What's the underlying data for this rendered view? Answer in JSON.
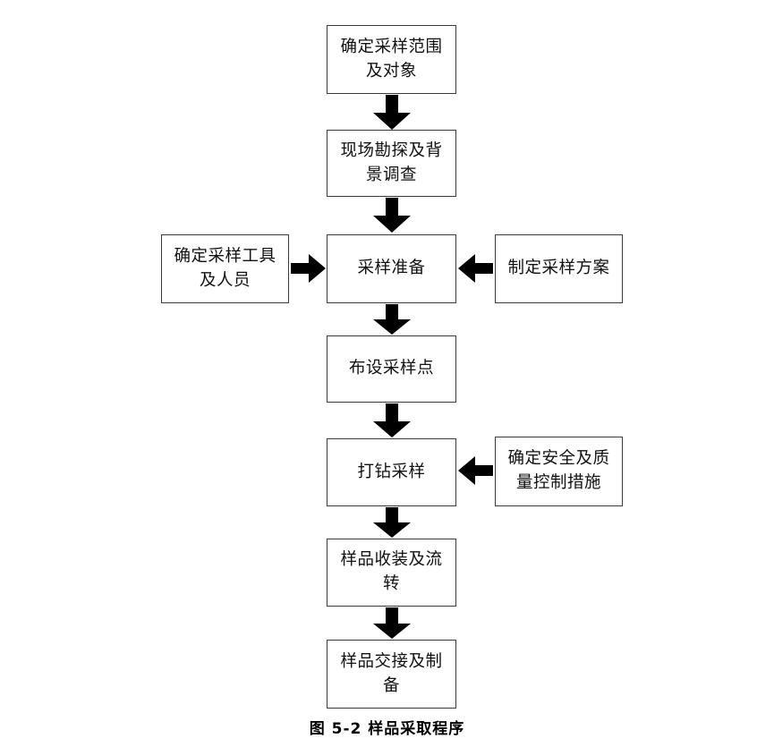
{
  "figure": {
    "caption": "图 5-2 样品采取程序",
    "background_color": "#ffffff",
    "border_color": "#3a3a3a",
    "arrow_color": "#000000"
  },
  "nodes": {
    "step1": "确定采样范围\n及对象",
    "step2": "现场勘探及背\n景调查",
    "step3": "采样准备",
    "step4": "布设采样点",
    "step5": "打钻采样",
    "step6": "样品收装及流\n转",
    "step7": "样品交接及制\n备",
    "side_left_tools": "确定采样工具\n及人员",
    "side_right_plan": "制定采样方案",
    "side_right_quality": "确定安全及质\n量控制措施"
  },
  "connectors": [
    {
      "name": "step1-to-step2",
      "direction": "down"
    },
    {
      "name": "step2-to-step3",
      "direction": "down"
    },
    {
      "name": "tools-to-step3",
      "direction": "right"
    },
    {
      "name": "plan-to-step3",
      "direction": "left"
    },
    {
      "name": "step3-to-step4",
      "direction": "down"
    },
    {
      "name": "step4-to-step5",
      "direction": "down"
    },
    {
      "name": "quality-to-step5",
      "direction": "left"
    },
    {
      "name": "step5-to-step6",
      "direction": "down"
    },
    {
      "name": "step6-to-step7",
      "direction": "down"
    }
  ]
}
